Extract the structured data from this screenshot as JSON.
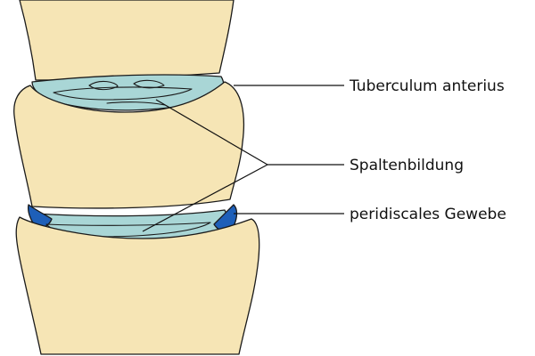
{
  "labels": {
    "tuberculum": "Tuberculum anterius",
    "spalten": "Spaltenbildung",
    "peridiscal": "peridiscales Gewebe"
  },
  "colors": {
    "bone": "#f6e5b5",
    "disc": "#a9d6d6",
    "tissue": "#1e5fb8",
    "cleft": "#ffffff",
    "line": "#1a1a1a"
  }
}
